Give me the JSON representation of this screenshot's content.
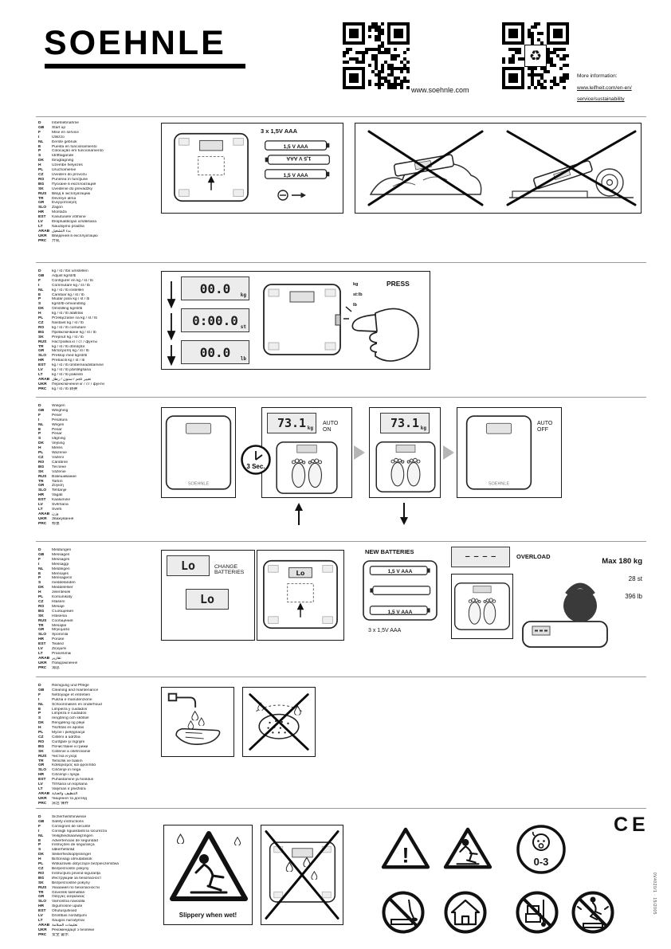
{
  "header": {
    "logo": "SOEHNLE",
    "website": "www.soehnle.com",
    "more_info": {
      "label": "More information:",
      "link_line1": "www.leifheit.com/en-en/",
      "link_line2": "service/sustainability"
    }
  },
  "scale_brand": "SOEHNLE",
  "languages": [
    "D",
    "GB",
    "F",
    "I",
    "NL",
    "E",
    "P",
    "S",
    "DK",
    "H",
    "PL",
    "CZ",
    "RO",
    "BG",
    "SK",
    "RUS",
    "TR",
    "GR",
    "SLO",
    "HR",
    "EST",
    "LV",
    "LT",
    "ARAB",
    "UKR",
    "PRC"
  ],
  "sections": [
    {
      "translations": [
        "Inbetriebnahme",
        "Start up",
        "Mise en service",
        "Utilizzo",
        "Eerste gebruik",
        "Puesta en funcionamiento",
        "Colocação em funcionamento",
        "Idrifttagande",
        "Ibrugtagning",
        "Üzembe helyezés",
        "Uruchomienie",
        "Uvedení do provozu",
        "Punerea în funcţiune",
        "Пускане в експлоатация",
        "Uvedenie do prevádzky",
        "Ввод в эксплуатацию",
        "Devreye alma",
        "Ενεργοποίηση",
        "Zagon",
        "Montaža",
        "Kasutusele võtmine",
        "Ekspluatācijas uzsākšana",
        "Naudojimo pradžia",
        "بدء التشغيل",
        "Введення в експлуатацію",
        "开机"
      ],
      "battery_spec": "3 x 1,5V AAA",
      "battery_cell": "1,5 V AAA"
    },
    {
      "translations": [
        "kg / st / lbs umstellen",
        "Adjust kg/st/lb",
        "Configurer en kg / st / lb",
        "Commutare kg / st / lb",
        "kg / st / lb instellen",
        "Cambiar kg / st / lb",
        "Mudar para kg / st / lb",
        "kg/st/lb-omvandling",
        "Omstilling kg/st/lb",
        "kg / st / lb átállítás",
        "Przełączanie na kg / st / lb",
        "Nastavit kg / st / lb",
        "kg / st / lb comutare",
        "Превключване kg / st / lb",
        "Prepnúť kg / st / lb",
        "Настройка кг / ст / фунты",
        "kg / st / lb dönüştür",
        "Μετατροπή kg / st / lb",
        "Preklop med kg/st/lb",
        "Prebaciti kg / st / lb",
        "kg / st / lb ümberseadistamine",
        "kg / st / lb pārslēgšana",
        "kg / st / lb pakeisti",
        "تغيير كجم / ستون / رطل",
        "Переключення кг / ст / фунти",
        "kg / st / lb 转换"
      ],
      "displays": [
        {
          "value": "00.0",
          "unit": "kg"
        },
        {
          "value": "0:00.0",
          "unit": "st"
        },
        {
          "value": "00.0",
          "unit": "lb"
        }
      ],
      "button_units_line1": "kg",
      "button_units_line2": "st:lb",
      "button_units_line3": "lb",
      "press_label": "PRESS"
    },
    {
      "translations": [
        "Wiegen",
        "Weighing",
        "Peser",
        "Pesatura",
        "Wegen",
        "Pesar",
        "Pesar",
        "vägning",
        "Vejning",
        "Mérés",
        "Ważenie",
        "Vážení",
        "Cântărire",
        "Теглене",
        "Váženie",
        "Взвешивание",
        "Tartım",
        "Ζύγιση",
        "Tehtanje",
        "Vagati",
        "Kaalumine",
        "Svēršana",
        "Svėrti",
        "وزن",
        "Зважування",
        "称重"
      ],
      "weight_value": "73.1",
      "weight_unit": "kg",
      "auto_on_line1": "AUTO",
      "auto_on_line2": "ON",
      "auto_off_line1": "AUTO",
      "auto_off_line2": "OFF",
      "hold_time": "3 Sec."
    },
    {
      "translations": [
        "Meldungen",
        "Messages",
        "Messages",
        "Messaggi",
        "Meldingen",
        "Mensajes",
        "Mensagens",
        "meddelanden",
        "Meddelelser",
        "Jelentések",
        "Komunikaty",
        "Hlášení",
        "Mesaje",
        "Съобщения",
        "Hlásenia",
        "Сообщения",
        "Mesajlar",
        "Μηνύματα",
        "Sporočila",
        "Poruke",
        "Teated",
        "Ziņojumi",
        "Pranešimai",
        "تقارير",
        "Повідомлення",
        "消息"
      ],
      "low_battery_display": "Lo",
      "change_batteries_line1": "CHANGE",
      "change_batteries_line2": "BATTERIES",
      "new_batteries": "NEW BATTERIES",
      "battery_cell": "1,5 V AAA",
      "battery_spec": "3 x 1,5V AAA",
      "overload_display": "– – – –",
      "overload_label": "OVERLOAD",
      "max_line1": "Max 180 kg",
      "max_line2": "28 st",
      "max_line3": "396 lb"
    },
    {
      "translations": [
        "Reinigung und Pflege",
        "Cleaning and maintenance",
        "Nettoyage et entretien",
        "Pulizia e manutenzione",
        "Schoonmaken en onderhoud",
        "Limpieza y cuidados",
        "Limpeza e cuidados",
        "rengöring och skötsel",
        "Rengøring og pleje",
        "Tisztítás és ápolás",
        "Mycie i pielęgnacja",
        "Čištění a údržba",
        "Curăţare şi îngrijire",
        "Почистване и грижи",
        "Čistenie a ošetrovanie",
        "Чистка и уход",
        "Temizlik ve bakım",
        "Καθαρισμός και φροντίδα",
        "Čiščenje in nega",
        "Čišćenje i njega",
        "Puhastamine ja hooldus",
        "Tīrīšana un kopšana",
        "Valymas ir priežiūra",
        "التنظيف والعناية",
        "Чищення та догляд",
        "清洁 保养"
      ]
    },
    {
      "translations": [
        "Sicherheitshinweise",
        "Safety instructions",
        "Consignes de sécurité",
        "Consigli riguardanti la sicurezza",
        "Veiligheidsaanwijzingen",
        "Advertencias de seguridad",
        "Instruções de segurança",
        "säkerhetsråd",
        "Sikkerhedsoplysninger",
        "Biztonsági útmutatások",
        "Wskazówki dotyczące bezpieczeństwa",
        "Bezpečnostní pokyny",
        "Instrucţiuni privind siguranţa",
        "Инструкции за безопасност",
        "Bezpečnostné pokyny",
        "Указания по безопасности",
        "Güvenlik talimatları",
        "Οδηγίες ασφαλείας",
        "Varnostna navodila",
        "Sigurnosne upute",
        "Ohutusjuhised",
        "Drošības norādījumi",
        "Saugos nurodymai",
        "تعليمات السلامة",
        "Рекомендації з безпеки",
        "安全 警示"
      ],
      "caption": "Slippery when wet!",
      "age_range": "0-3",
      "ce_mark": "CE"
    }
  ],
  "footer": {
    "print_code": "0V4020/1 · 15/2005"
  }
}
